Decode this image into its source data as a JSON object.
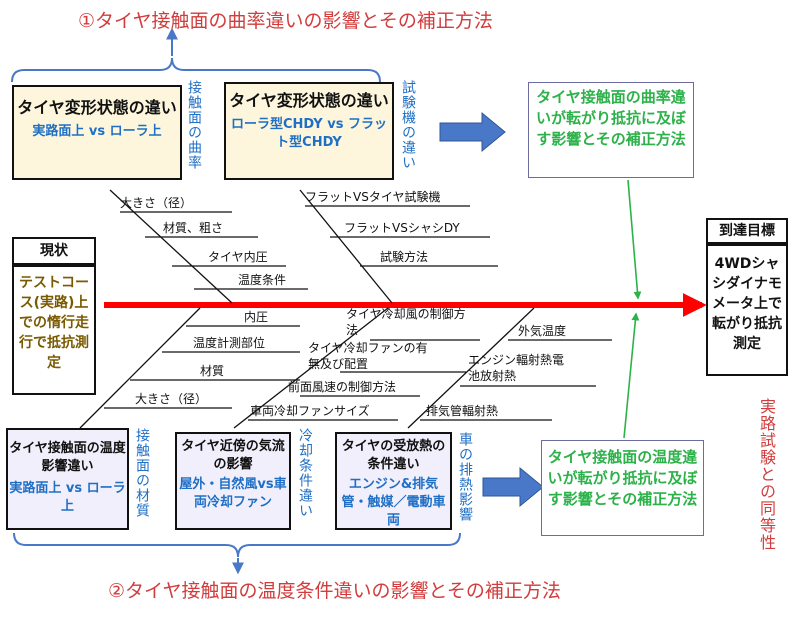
{
  "titles": {
    "top": "①タイヤ接触面の曲率違いの影響とその補正方法",
    "bottom": "②タイヤ接触面の温度条件違いの影響とその補正方法"
  },
  "head": {
    "goal_header": "到達目標",
    "goal_body": "4WDシャシダイナモメータ上で転がり抵抗測定"
  },
  "tail": {
    "header": "現状",
    "body": "テストコース(実路)上での惰行走行で抵抗測定"
  },
  "top_boxes": [
    {
      "title": "タイヤ変形状態の違い",
      "sub": "実路面上 vs ローラ上"
    },
    {
      "title": "タイヤ変形状態の違い",
      "sub": "ローラ型CHDY vs フラット型CHDY"
    }
  ],
  "bottom_boxes": [
    {
      "title": "タイヤ接触面の温度影響違い",
      "sub": "実路面上 vs ローラ上"
    },
    {
      "title": "タイヤ近傍の気流の影響",
      "sub": "屋外・自然風vs車両冷却ファン"
    },
    {
      "title": "タイヤの受放熱の条件違い",
      "sub": "エンジン&排気管・触媒／電動車両"
    }
  ],
  "vertical_labels": {
    "top1": "接触面の曲率",
    "top2": "試験機の違い",
    "bot1": "接触面の材質",
    "bot2": "冷却条件違い",
    "bot3": "車の排熱影響",
    "right": "実路試験との同等性"
  },
  "results": {
    "top": "タイヤ接触面の曲率違いが転がり抵抗に及ぼす影響とその補正方法",
    "bottom": "タイヤ接触面の温度違いが転がり抵抗に及ぼす影響とその補正方法"
  },
  "factors": {
    "top_left": [
      "大きさ（径）",
      "材質、粗さ",
      "タイヤ内圧",
      "温度条件"
    ],
    "top_right": [
      "フラットVSタイヤ試験機",
      "フラットVSシャシDY",
      "試験方法"
    ],
    "bottom_left": [
      "内圧",
      "温度計測部位",
      "材質",
      "大きさ（径）"
    ],
    "bottom_mid": [
      "タイヤ冷却風の制御方法",
      "タイヤ冷却ファンの有無及び配置",
      "前面風速の制御方法",
      "車両冷却ファンサイズ"
    ],
    "bottom_right": [
      "外気温度",
      "エンジン輻射熱電池放射熱",
      "排気管輻射熱"
    ]
  },
  "colors": {
    "spine": "#ff0000",
    "arrow_blue": "#4a78c8",
    "arrow_green": "#2db24a",
    "title_red": "#d23c3c",
    "label_blue": "#1f6fc5",
    "result_green": "#2db24a"
  }
}
